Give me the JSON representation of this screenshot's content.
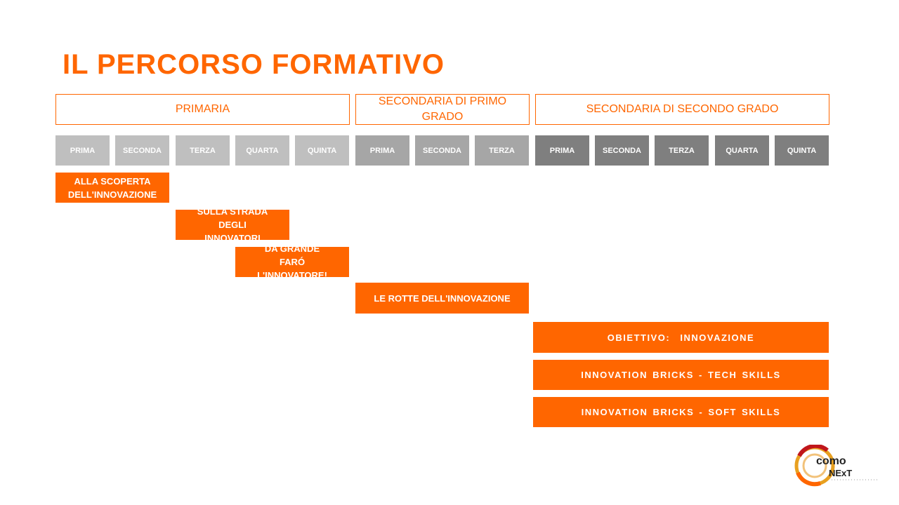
{
  "title": "IL PERCORSO FORMATIVO",
  "levels": {
    "primaria": "PRIMARIA",
    "secondaria_primo": "SECONDARIA DI PRIMO GRADO",
    "secondaria_secondo": "SECONDARIA DI SECONDO GRADO"
  },
  "years": {
    "primaria": [
      "PRIMA",
      "SECONDA",
      "TERZA",
      "QUARTA",
      "QUINTA"
    ],
    "secondaria_primo": [
      "PRIMA",
      "SECONDA",
      "TERZA"
    ],
    "secondaria_secondo": [
      "PRIMA",
      "SECONDA",
      "TERZA",
      "QUARTA",
      "QUINTA"
    ]
  },
  "programs": [
    "ALLA SCOPERTA DELL'INNOVAZIONE",
    "SULLA STRADA DEGLI INNOVATORI",
    "DA GRANDE FARÓ L'INNOVATORE!",
    "LE ROTTE DELL'INNOVAZIONE",
    "OBIETTIVO:  INNOVAZIONE",
    "INNOVATION BRICKS - TECH SKILLS",
    "INNOVATION BRICKS - SOFT SKILLS"
  ],
  "logo": {
    "line1": "como",
    "line2": "NExT"
  },
  "colors": {
    "accent": "#ff6600",
    "year_primaria": "#bfbfbf",
    "year_secondaria_primo": "#a6a6a6",
    "year_secondaria_secondo": "#7f7f7f"
  }
}
